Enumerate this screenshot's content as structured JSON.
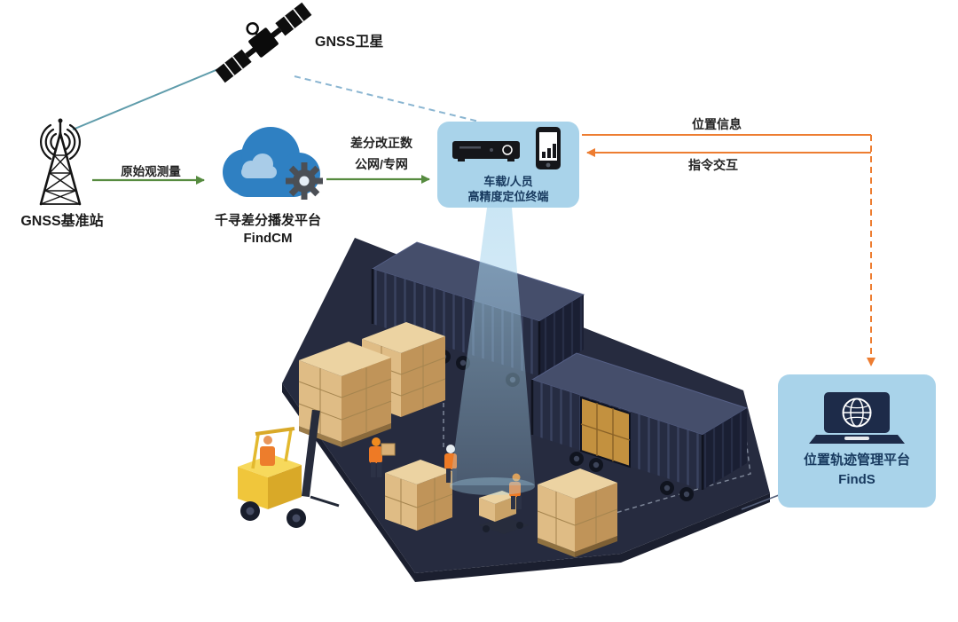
{
  "diagram": {
    "satellite": {
      "label": "GNSS卫星"
    },
    "base_station": {
      "label": "GNSS基准站"
    },
    "cloud": {
      "name": "千寻差分播发平台",
      "product": "FindCM"
    },
    "terminal": {
      "line1": "车载/人员",
      "line2": "高精度定位终端"
    },
    "platform": {
      "name": "位置轨迹管理平台",
      "product": "FindS"
    },
    "flows": {
      "raw_observation": "原始观测量",
      "correction_line1": "差分改正数",
      "correction_line2": "公网/专网",
      "position_info": "位置信息",
      "command_interaction": "指令交互"
    },
    "colors": {
      "flow_green": "#568b3f",
      "flow_orange": "#ed7d31",
      "satellite_link": "#5f9cab",
      "satellite_link_dashed": "#8ab5d1",
      "cloud_blue": "#2f80c2",
      "bubble_bg": "#a9d3ea",
      "bubble_text": "#17395e",
      "scene_dark": "#262b3f",
      "carton_tan": "#c9a267",
      "forklift_yellow": "#f0c63b",
      "vest_orange": "#ee7a25"
    }
  }
}
